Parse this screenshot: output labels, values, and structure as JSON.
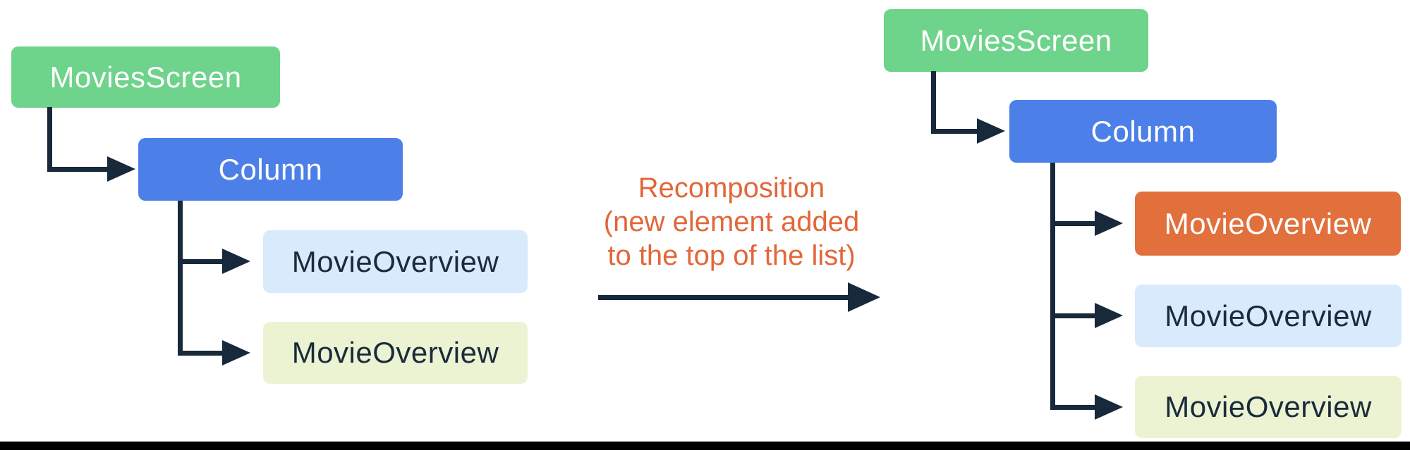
{
  "diagram": {
    "connector_color": "#17293A",
    "divider_color": "#000000",
    "annotation": {
      "color": "#E2673A",
      "lines": [
        "Recomposition",
        "(new element added",
        "to the top of the list)"
      ]
    },
    "left_tree": {
      "nodes": [
        {
          "label": "MoviesScreen",
          "bg": "#6ED38B",
          "text_color": "#FFFFFF"
        },
        {
          "label": "Column",
          "bg": "#4C80E8",
          "text_color": "#FFFFFF"
        },
        {
          "label": "MovieOverview",
          "bg": "#D8EAFB",
          "text_color": "#1B2B3C"
        },
        {
          "label": "MovieOverview",
          "bg": "#ECF3D2",
          "text_color": "#1B2B3C"
        }
      ]
    },
    "right_tree": {
      "nodes": [
        {
          "label": "MoviesScreen",
          "bg": "#6ED38B",
          "text_color": "#FFFFFF"
        },
        {
          "label": "Column",
          "bg": "#4C80E8",
          "text_color": "#FFFFFF"
        },
        {
          "label": "MovieOverview",
          "bg": "#E2703C",
          "text_color": "#FFFFFF"
        },
        {
          "label": "MovieOverview",
          "bg": "#D8EAFB",
          "text_color": "#1B2B3C"
        },
        {
          "label": "MovieOverview",
          "bg": "#ECF3D2",
          "text_color": "#1B2B3C"
        }
      ]
    }
  }
}
